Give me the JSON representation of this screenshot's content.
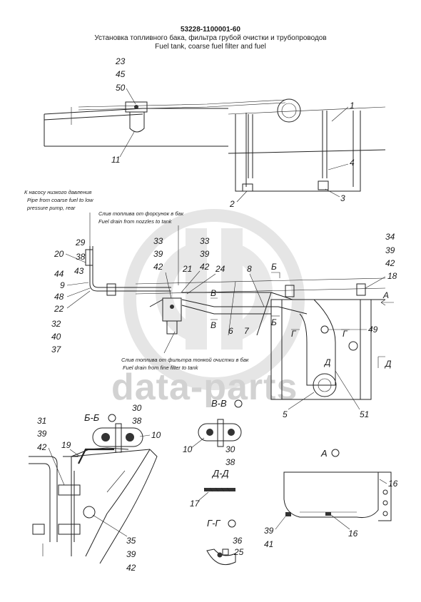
{
  "title": {
    "code": "53228-1100001-60",
    "ru": "Установка топливного бака, фильтра грубой очистки и трубопроводов",
    "en": "Fuel tank, coarse fuel filter and fuel"
  },
  "watermark": "data-parts",
  "notes": {
    "pump_ru": "К насосу низкого давления",
    "pump_en1": "Pipe from coarse fuel to low",
    "pump_en2": "pressure pump, rear",
    "nozzles_ru": "Слив топлива от форсунок в бак",
    "nozzles_en": "Fuel drain from nozzles to tank",
    "filter_ru": "Слив топлива от фильтра тонкой очистки в бак",
    "filter_en": "Fuel drain from fine filter to tank"
  },
  "sections": {
    "bb": "Б-Б",
    "vv": "В-В",
    "dd": "Д-Д",
    "gg": "Г-Г",
    "a": "А",
    "mark_b": "Б",
    "mark_v": "В",
    "mark_g": "Г",
    "mark_d": "Д",
    "mark_a": "А"
  },
  "callouts": {
    "top_left": [
      "23",
      "45",
      "50",
      "11"
    ],
    "tank": [
      "1",
      "4",
      "3",
      "2"
    ],
    "left_col": [
      "29",
      "38",
      "20",
      "44",
      "43",
      "9",
      "48",
      "22",
      "32",
      "40",
      "37"
    ],
    "mid_a": [
      "33",
      "39",
      "42"
    ],
    "mid_b": [
      "33",
      "39",
      "42"
    ],
    "mid_c": [
      "21",
      "24",
      "8",
      "6",
      "7"
    ],
    "right_col": [
      "34",
      "39",
      "42",
      "18"
    ],
    "tank2": [
      "49",
      "5",
      "51"
    ],
    "bb_view": [
      "31",
      "39",
      "42",
      "19",
      "30",
      "38",
      "10",
      "35",
      "39",
      "42"
    ],
    "vv_view": [
      "10",
      "30",
      "38"
    ],
    "dd_view": [
      "17"
    ],
    "gg_view": [
      "36",
      "25"
    ],
    "a_view": [
      "16",
      "16",
      "39",
      "41"
    ]
  }
}
